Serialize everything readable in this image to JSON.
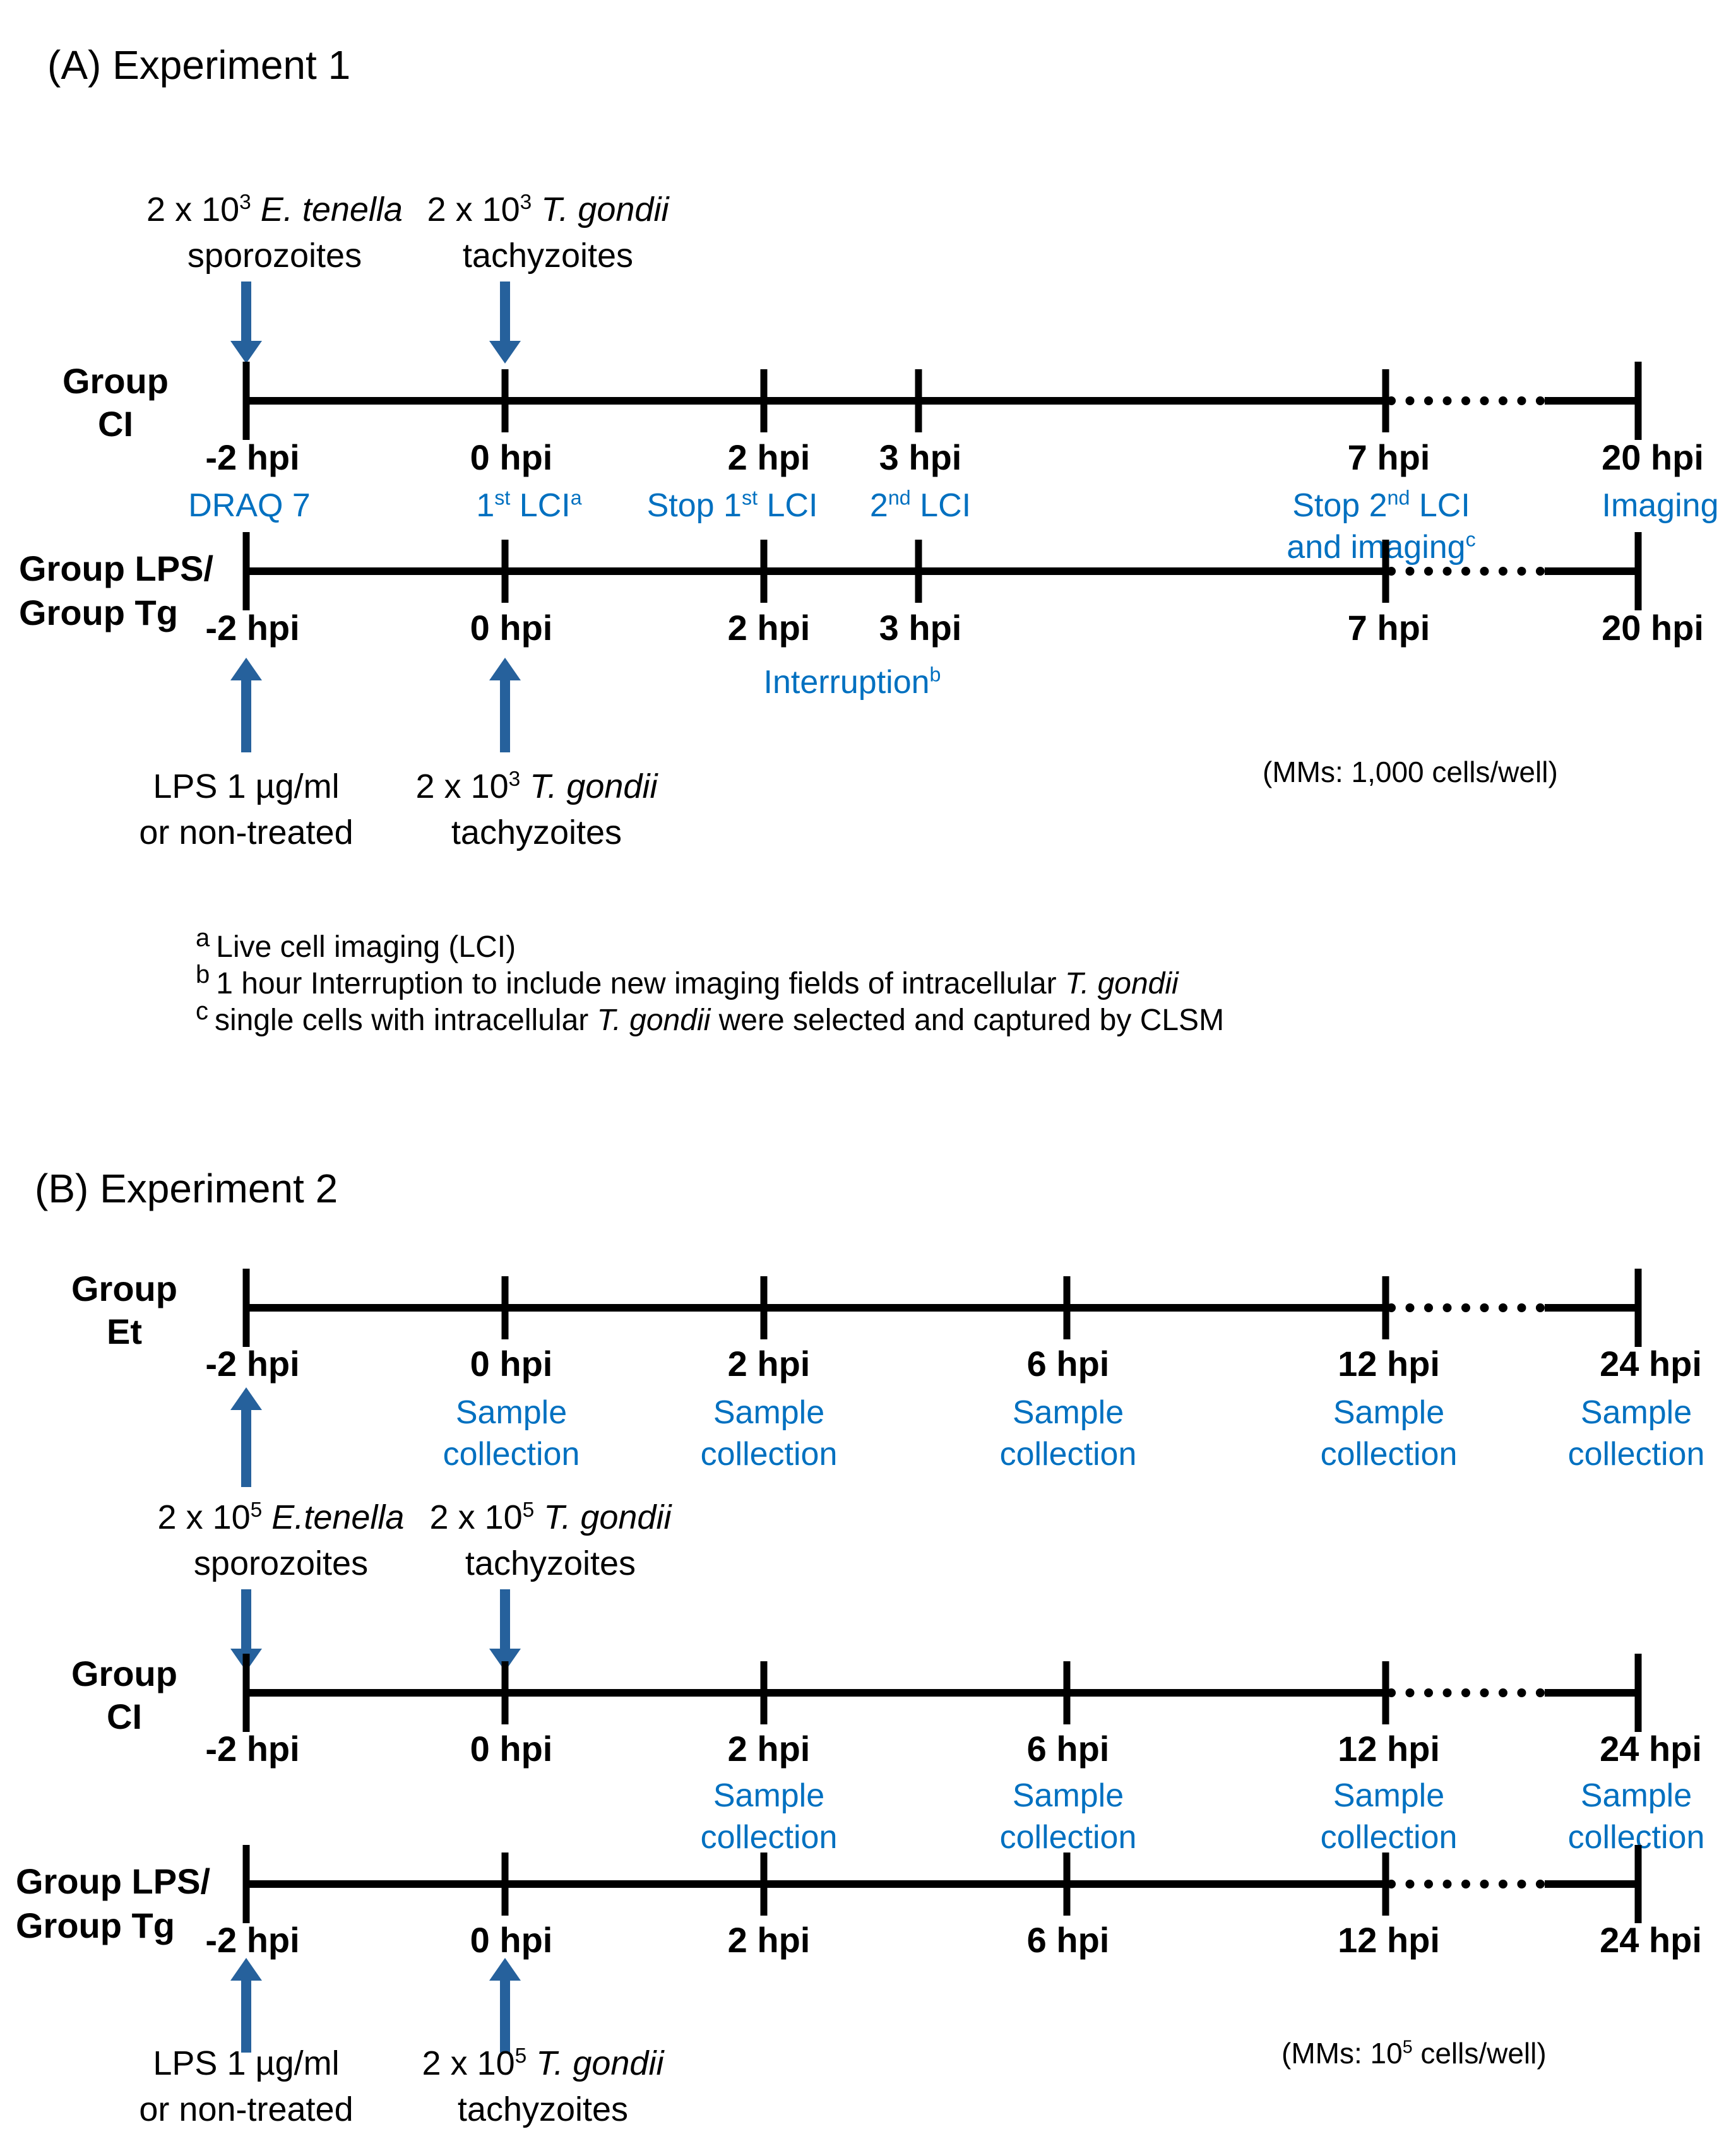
{
  "colors": {
    "annotation_blue": "#0070C0",
    "arrow_blue": "#26619C",
    "timeline_black": "#000000"
  },
  "a": {
    "title": "(A) Experiment 1",
    "group1": [
      "Group",
      "CI"
    ],
    "group2": [
      "Group LPS/",
      "Group Tg"
    ],
    "ticks": [
      "-2 hpi",
      "0 hpi",
      "2 hpi",
      "3 hpi",
      "7 hpi",
      "20 hpi"
    ],
    "top_et_l1": [
      {
        "t": "2 x 10"
      },
      {
        "t": "3",
        "s": "sup"
      },
      {
        "t": " "
      },
      {
        "t": "E. tenella",
        "s": "i"
      }
    ],
    "top_et_l2": [
      {
        "t": "sporozoites"
      }
    ],
    "top_tg_l1": [
      {
        "t": "2 x 10"
      },
      {
        "t": "3",
        "s": "sup"
      },
      {
        "t": " "
      },
      {
        "t": "T. gondii",
        "s": "i"
      }
    ],
    "top_tg_l2": [
      {
        "t": "tachyzoites"
      }
    ],
    "ann_draq7": [
      {
        "t": "DRAQ 7"
      }
    ],
    "ann_lci1": [
      {
        "t": "1"
      },
      {
        "t": "st",
        "s": "sup"
      },
      {
        "t": " LCI"
      },
      {
        "t": "a",
        "s": "sup"
      }
    ],
    "ann_stop1": [
      {
        "t": "Stop 1"
      },
      {
        "t": "st",
        "s": "sup"
      },
      {
        "t": " LCI"
      }
    ],
    "ann_lci2": [
      {
        "t": "2"
      },
      {
        "t": "nd",
        "s": "sup"
      },
      {
        "t": " LCI"
      }
    ],
    "ann_stop2_l1": [
      {
        "t": "Stop 2"
      },
      {
        "t": "nd",
        "s": "sup"
      },
      {
        "t": " LCI"
      }
    ],
    "ann_stop2_l2": [
      {
        "t": "and imaging"
      },
      {
        "t": "c",
        "s": "sup"
      }
    ],
    "ann_imaging": [
      {
        "t": "Imaging"
      }
    ],
    "ann_interruption": [
      {
        "t": "Interruption"
      },
      {
        "t": "b",
        "s": "sup"
      }
    ],
    "bot_lps_l1": [
      {
        "t": "LPS 1 µg/ml"
      }
    ],
    "bot_lps_l2": [
      {
        "t": "or non-treated"
      }
    ],
    "bot_tg_l1": [
      {
        "t": "2 x 10"
      },
      {
        "t": "3",
        "s": "sup"
      },
      {
        "t": " "
      },
      {
        "t": "T. gondii",
        "s": "i"
      }
    ],
    "bot_tg_l2": [
      {
        "t": "tachyzoites"
      }
    ],
    "mms": [
      {
        "t": "(MMs: 1,000 cells/well)"
      }
    ],
    "footnotes": [
      {
        "m": "a",
        "segs": [
          {
            "t": "Live cell imaging (LCI)"
          }
        ]
      },
      {
        "m": "b",
        "segs": [
          {
            "t": "1 hour Interruption to include new imaging fields of intracellular "
          },
          {
            "t": "T. gondii",
            "s": "i"
          }
        ]
      },
      {
        "m": "c",
        "segs": [
          {
            "t": "single cells with intracellular "
          },
          {
            "t": "T. gondii",
            "s": "i"
          },
          {
            "t": " were selected and captured by CLSM"
          }
        ]
      }
    ]
  },
  "b": {
    "title": "(B) Experiment 2",
    "group_et": [
      "Group",
      "Et"
    ],
    "group_ci": [
      "Group",
      "CI"
    ],
    "group_lps": [
      "Group LPS/",
      "Group Tg"
    ],
    "ticks": [
      "-2 hpi",
      "0 hpi",
      "2 hpi",
      "6 hpi",
      "12 hpi",
      "24 hpi"
    ],
    "sample": [
      "Sample",
      "collection"
    ],
    "et_sample_at": [
      "0 hpi",
      "2 hpi",
      "6 hpi",
      "12 hpi",
      "24 hpi"
    ],
    "ci_sample_at": [
      "2 hpi",
      "6 hpi",
      "12 hpi",
      "24 hpi"
    ],
    "mid_et_l1": [
      {
        "t": "2 x 10"
      },
      {
        "t": "5",
        "s": "sup"
      },
      {
        "t": " "
      },
      {
        "t": "E.tenella",
        "s": "i"
      }
    ],
    "mid_et_l2": [
      {
        "t": "sporozoites"
      }
    ],
    "mid_tg_l1": [
      {
        "t": "2 x 10"
      },
      {
        "t": "5",
        "s": "sup"
      },
      {
        "t": " "
      },
      {
        "t": "T. gondii",
        "s": "i"
      }
    ],
    "mid_tg_l2": [
      {
        "t": "tachyzoites"
      }
    ],
    "bot_lps_l1": [
      {
        "t": "LPS 1 µg/ml"
      }
    ],
    "bot_lps_l2": [
      {
        "t": "or non-treated"
      }
    ],
    "bot_tg_l1": [
      {
        "t": "2 x 10"
      },
      {
        "t": "5",
        "s": "sup"
      },
      {
        "t": " "
      },
      {
        "t": "T. gondii",
        "s": "i"
      }
    ],
    "bot_tg_l2": [
      {
        "t": "tachyzoites"
      }
    ],
    "mms": [
      {
        "t": "(MMs: 10"
      },
      {
        "t": "5",
        "s": "sup"
      },
      {
        "t": " cells/well)"
      }
    ]
  }
}
